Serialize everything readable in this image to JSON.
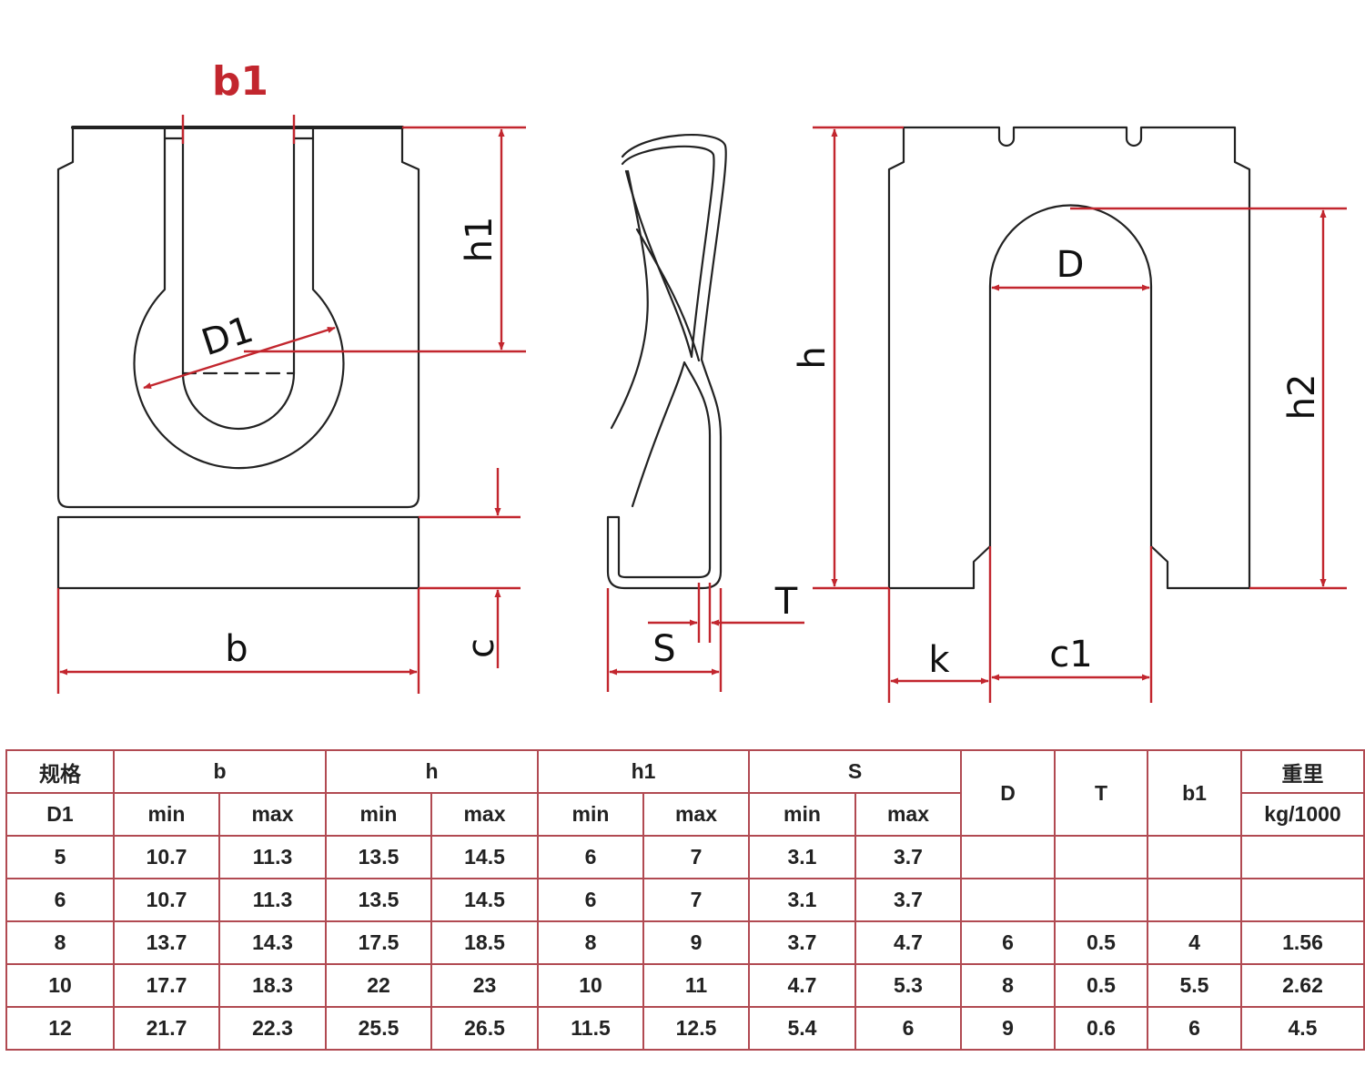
{
  "drawing": {
    "labels": {
      "b1_title": "b1",
      "h1": "h1",
      "D1": "D1",
      "b": "b",
      "c": "c",
      "T": "T",
      "S": "S",
      "h": "h",
      "D": "D",
      "h2": "h2",
      "k": "k",
      "c1": "c1"
    },
    "colors": {
      "dimension": "#c2262e",
      "outline": "#222222",
      "table_border": "#b14a52"
    }
  },
  "table": {
    "header_row1": {
      "spec": "规格",
      "b": "b",
      "h": "h",
      "h1": "h1",
      "S": "S",
      "D": "D",
      "T": "T",
      "b1": "b1",
      "weight": "重里"
    },
    "header_row2": {
      "d1": "D1",
      "min": "min",
      "max": "max",
      "weight_unit": "kg/1000"
    },
    "rows": [
      [
        "5",
        "10.7",
        "11.3",
        "13.5",
        "14.5",
        "6",
        "7",
        "3.1",
        "3.7",
        "",
        "",
        "",
        ""
      ],
      [
        "6",
        "10.7",
        "11.3",
        "13.5",
        "14.5",
        "6",
        "7",
        "3.1",
        "3.7",
        "",
        "",
        "",
        ""
      ],
      [
        "8",
        "13.7",
        "14.3",
        "17.5",
        "18.5",
        "8",
        "9",
        "3.7",
        "4.7",
        "6",
        "0.5",
        "4",
        "1.56"
      ],
      [
        "10",
        "17.7",
        "18.3",
        "22",
        "23",
        "10",
        "11",
        "4.7",
        "5.3",
        "8",
        "0.5",
        "5.5",
        "2.62"
      ],
      [
        "12",
        "21.7",
        "22.3",
        "25.5",
        "26.5",
        "11.5",
        "12.5",
        "5.4",
        "6",
        "9",
        "0.6",
        "6",
        "4.5"
      ]
    ]
  }
}
